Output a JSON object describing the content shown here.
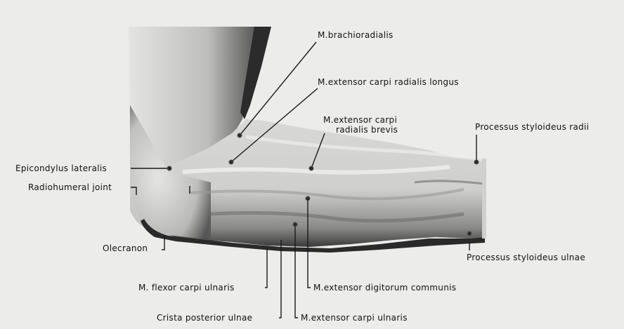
{
  "labels": {
    "brachioradialis": "M.brachioradialis",
    "ecrl": "M.extensor carpi radialis longus",
    "ecrb_1": "M.extensor carpi",
    "ecrb_2": "radialis brevis",
    "proc_styl_radii": "Processus styloideus radii",
    "epicondylus": "Epicondylus lateralis",
    "radiohumeral": "Radiohumeral joint",
    "olecranon": "Olecranon",
    "proc_styl_ulnae": "Processus styloideus ulnae",
    "flexor_carpi_ulnaris": "M. flexor carpi ulnaris",
    "ext_digitorum": "M.extensor digitorum communis",
    "crista": "Crista posterior ulnae",
    "ext_carpi_ulnaris": "M.extensor carpi ulnaris"
  },
  "colors": {
    "background": "#ececea",
    "skin_light": "#e2e2e0",
    "skin_shadow": "#4a4a4a",
    "leader": "#1a1a1a"
  }
}
